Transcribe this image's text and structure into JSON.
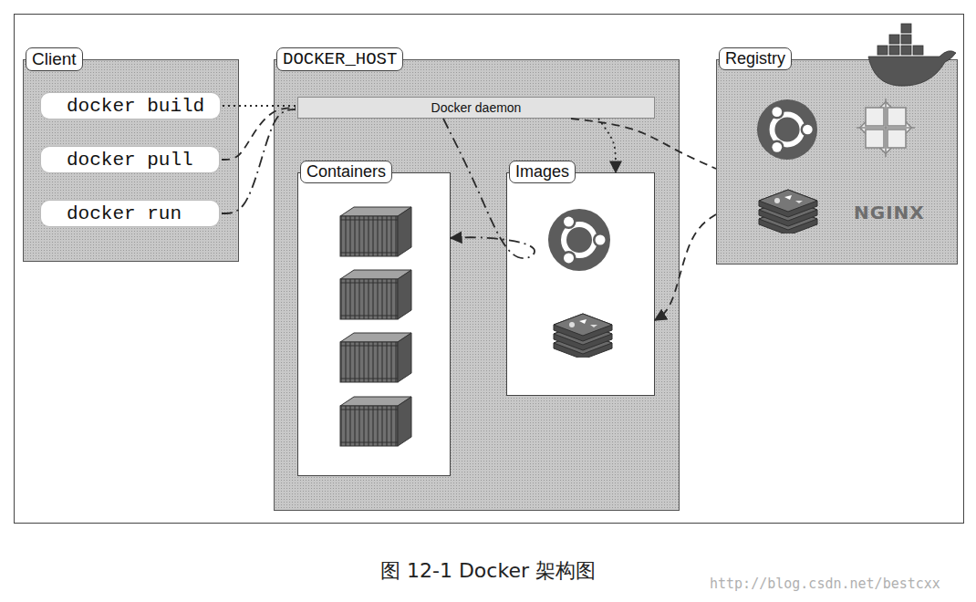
{
  "diagram": {
    "caption": "图 12-1 Docker 架构图",
    "nodes": [
      {
        "text": [
          "Client"
        ]
      },
      {
        "text": [
          "docker build"
        ],
        "in": 0
      },
      {
        "text": [
          "docker pull"
        ],
        "in": 0
      },
      {
        "text": [
          "docker run"
        ],
        "in": 0
      },
      {
        "text": [
          "DOCKER_HOST"
        ]
      },
      {
        "text": [
          "Docker daemon"
        ],
        "in": 4
      },
      {
        "text": [
          "Containers"
        ],
        "in": 4
      },
      {
        "text": [
          "Images"
        ],
        "in": 4
      },
      {
        "text": [
          "Registry"
        ]
      }
    ],
    "edges": [
      {
        "from": 1,
        "to": 5,
        "arrow": "none"
      },
      {
        "from": 2,
        "to": 5,
        "arrow": "none"
      },
      {
        "from": 3,
        "to": 5,
        "arrow": "none"
      },
      {
        "from": 5,
        "to": 7,
        "arrow": "to"
      },
      {
        "from": 5,
        "to": 8,
        "arrow": "none"
      },
      {
        "from": 8,
        "to": 7,
        "arrow": "to"
      },
      {
        "from": 5,
        "to": 6,
        "arrow": "to"
      }
    ],
    "labels": [
      "NGINX",
      "http://blog.csdn.net/bestcxx"
    ]
  }
}
